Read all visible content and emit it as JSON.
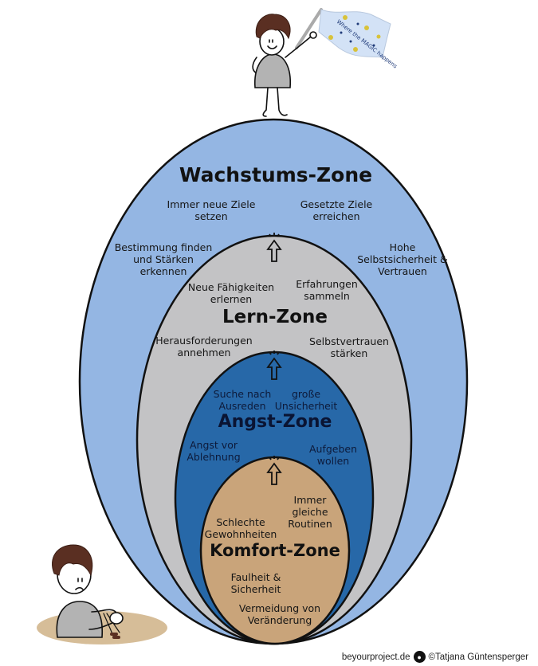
{
  "colors": {
    "growth": "#94b6e3",
    "learning": "#c3c3c5",
    "fear": "#2768a8",
    "comfort": "#c9a47a",
    "outline": "#111111",
    "hair": "#5a2f22",
    "shirt": "#b3b3b3",
    "flag": "#d3e2f6",
    "ground": "#d6bd98"
  },
  "flag": {
    "text": "Where the MAGIC happens"
  },
  "zones": {
    "growth": {
      "title": "Wachstums-Zone",
      "items": [
        "Immer neue Ziele\nsetzen",
        "Gesetzte Ziele\nerreichen",
        "Bestimmung finden\nund Stärken\nerkennen",
        "Hohe\nSelbstsicherheit &\nVertrauen"
      ]
    },
    "learning": {
      "title": "Lern-Zone",
      "items": [
        "Neue Fähigkeiten\nerlernen",
        "Erfahrungen\nsammeln",
        "Herausforderungen\nannehmen",
        "Selbstvertrauen\nstärken"
      ]
    },
    "fear": {
      "title": "Angst-Zone",
      "items": [
        "Suche nach\nAusreden",
        "große\nUnsicherheit",
        "Angst vor\nAblehnung",
        "Aufgeben\nwollen"
      ]
    },
    "comfort": {
      "title": "Komfort-Zone",
      "items": [
        "Schlechte\nGewohnheiten",
        "Immer\ngleiche\nRoutinen",
        "Faulheit &\nSicherheit",
        "Vermeidung von\nVeränderung"
      ]
    }
  },
  "footer": {
    "site": "beyourproject.de",
    "copyright": "©Tatjana Güntensperger"
  }
}
